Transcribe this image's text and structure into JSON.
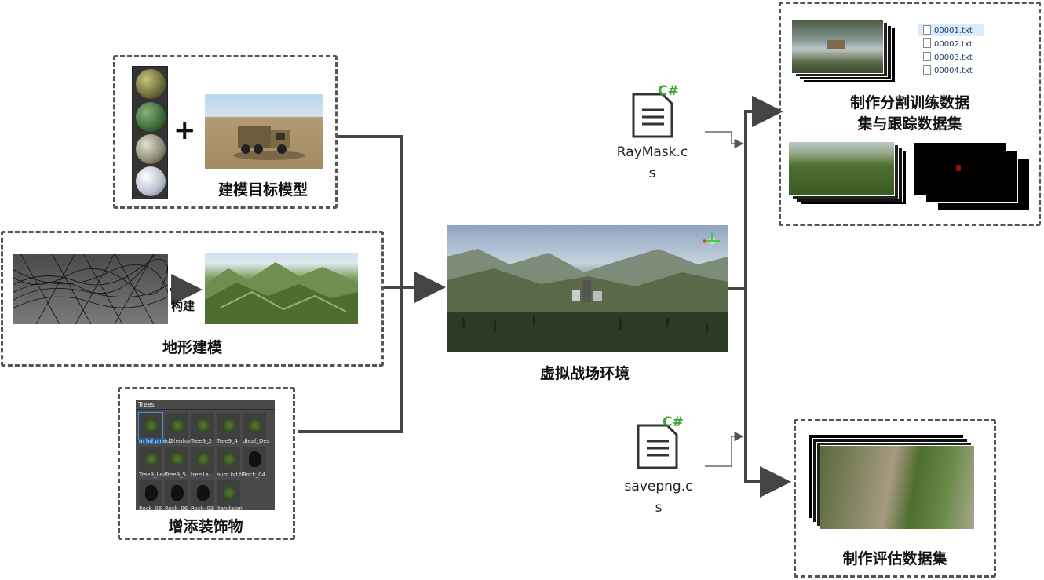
{
  "labels": {
    "target_model": "建模目标模型",
    "terrain": "地形建模",
    "construct": "构建",
    "decorations": "增添装饰物",
    "battlefield": "虚拟战场环境",
    "train_dataset_line1": "制作分割训练数据",
    "train_dataset_line2": "集与跟踪数据集",
    "eval_dataset": "制作评估数据集",
    "plus": "+"
  },
  "scripts": {
    "raymask_line1": "RayMask.c",
    "raymask_line2": "s",
    "savepng_line1": "savepng.c",
    "savepng_line2": "s",
    "lang_badge": "C#"
  },
  "tree_panel": {
    "title": "Trees",
    "items": [
      "m hd pine",
      "ld2(enhar",
      "Tree9_2",
      "Tree9_4",
      "dleaf_Desl",
      "Tree9_Leaf",
      "Tree9_5",
      "tree1a",
      "aum hd fb",
      "Rock_04",
      "Rock_06",
      "Rock_06",
      "Rock_03",
      "itandalone"
    ]
  },
  "files": [
    "00001.txt",
    "00002.txt",
    "00003.txt",
    "00004.txt"
  ],
  "colors": {
    "arrow": "#444444",
    "dash_border": "#555555",
    "csharp_green": "#3aa33a"
  }
}
